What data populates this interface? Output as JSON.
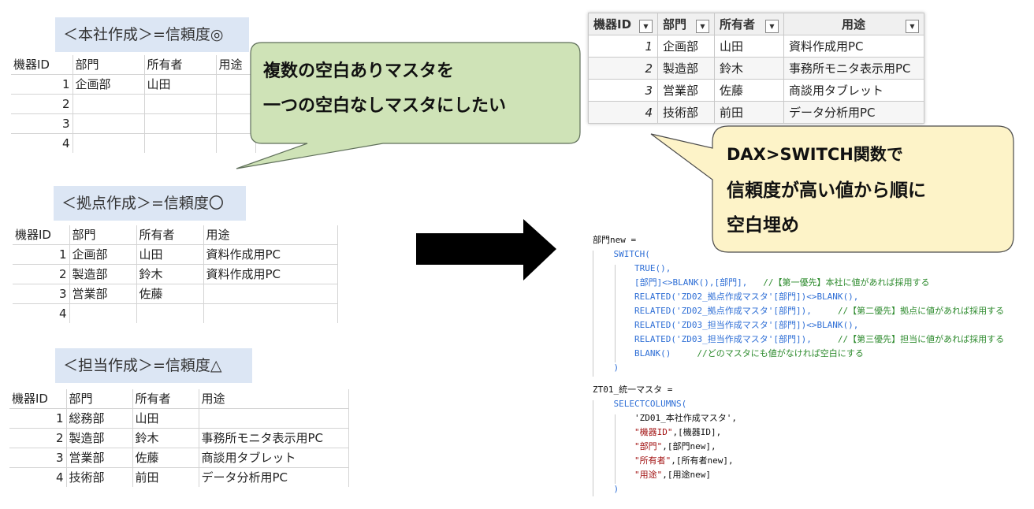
{
  "honsha": {
    "title": "＜本社作成＞=信頼度◎",
    "headers": [
      "機器ID",
      "部門",
      "所有者",
      "用途"
    ],
    "rows": [
      [
        "1",
        "企画部",
        "山田",
        ""
      ],
      [
        "2",
        "",
        "",
        ""
      ],
      [
        "3",
        "",
        "",
        ""
      ],
      [
        "4",
        "",
        "",
        ""
      ]
    ]
  },
  "kyoten": {
    "title": "＜拠点作成＞=信頼度〇",
    "headers": [
      "機器ID",
      "部門",
      "所有者",
      "用途"
    ],
    "rows": [
      [
        "1",
        "企画部",
        "山田",
        "資料作成用PC"
      ],
      [
        "2",
        "製造部",
        "鈴木",
        "資料作成用PC"
      ],
      [
        "3",
        "営業部",
        "佐藤",
        ""
      ],
      [
        "4",
        "",
        "",
        ""
      ]
    ]
  },
  "tanto": {
    "title": "＜担当作成＞=信頼度△",
    "headers": [
      "機器ID",
      "部門",
      "所有者",
      "用途"
    ],
    "rows": [
      [
        "1",
        "総務部",
        "山田",
        ""
      ],
      [
        "2",
        "製造部",
        "鈴木",
        "事務所モニタ表示用PC"
      ],
      [
        "3",
        "営業部",
        "佐藤",
        "商談用タブレット"
      ],
      [
        "4",
        "技術部",
        "前田",
        "データ分析用PC"
      ]
    ]
  },
  "result": {
    "headers": [
      "機器ID",
      "部門",
      "所有者",
      "用途"
    ],
    "dropdown_glyph": "▼",
    "rows": [
      [
        "1",
        "企画部",
        "山田",
        "資料作成用PC"
      ],
      [
        "2",
        "製造部",
        "鈴木",
        "事務所モニタ表示用PC"
      ],
      [
        "3",
        "営業部",
        "佐藤",
        "商談用タブレット"
      ],
      [
        "4",
        "技術部",
        "前田",
        "データ分析用PC"
      ]
    ]
  },
  "bubble_green": {
    "line1": "複数の空白ありマスタを",
    "line2": "一つの空白なしマスタにしたい"
  },
  "bubble_yellow": {
    "line1": "DAX>SWITCH関数で",
    "line2": "信頼度が高い値から順に",
    "line3": "空白埋め"
  },
  "code1": {
    "l1": "部門new =",
    "l2": "SWITCH(",
    "l3": "TRUE(),",
    "l4a": "[部門]<>",
    "l4b": "BLANK",
    "l4c": "(),[部門],   ",
    "l4d": "//【第一優先】本社に値があれば採用する",
    "l5a": "RELATED",
    "l5b": "('ZD02_拠点作成マスタ'[部門])<>",
    "l5c": "BLANK",
    "l5d": "(),",
    "l6a": "RELATED",
    "l6b": "('ZD02_拠点作成マスタ'[部門]),     ",
    "l6c": "//【第二優先】拠点に値があれば採用する",
    "l7a": "RELATED",
    "l7b": "('ZD03_担当作成マスタ'[部門])<>",
    "l7c": "BLANK",
    "l7d": "(),",
    "l8a": "RELATED",
    "l8b": "('ZD03_担当作成マスタ'[部門]),     ",
    "l8c": "//【第三優先】担当に値があれば採用する",
    "l9a": "BLANK",
    "l9b": "()     ",
    "l9c": "//どのマスタにも値がなければ空白にする",
    "l10": ")"
  },
  "code2": {
    "l1": "ZT01_統一マスタ =",
    "l2": "SELECTCOLUMNS(",
    "l3": "'ZD01_本社作成マスタ',",
    "l4a": "\"機器ID\"",
    "l4b": ",[機器ID],",
    "l5a": "\"部門\"",
    "l5b": ",[部門new],",
    "l6a": "\"所有者\"",
    "l6b": ",[所有者new],",
    "l7a": "\"用途\"",
    "l7b": ",[用途new]",
    "l8": ")"
  },
  "colors": {
    "label_bg": "#dce6f4",
    "bubble_green": "#cfe3b7",
    "bubble_yellow": "#fdf3c8",
    "keyword": "#2f6fd6",
    "comment": "#2e8b2e",
    "string": "#a31515"
  }
}
